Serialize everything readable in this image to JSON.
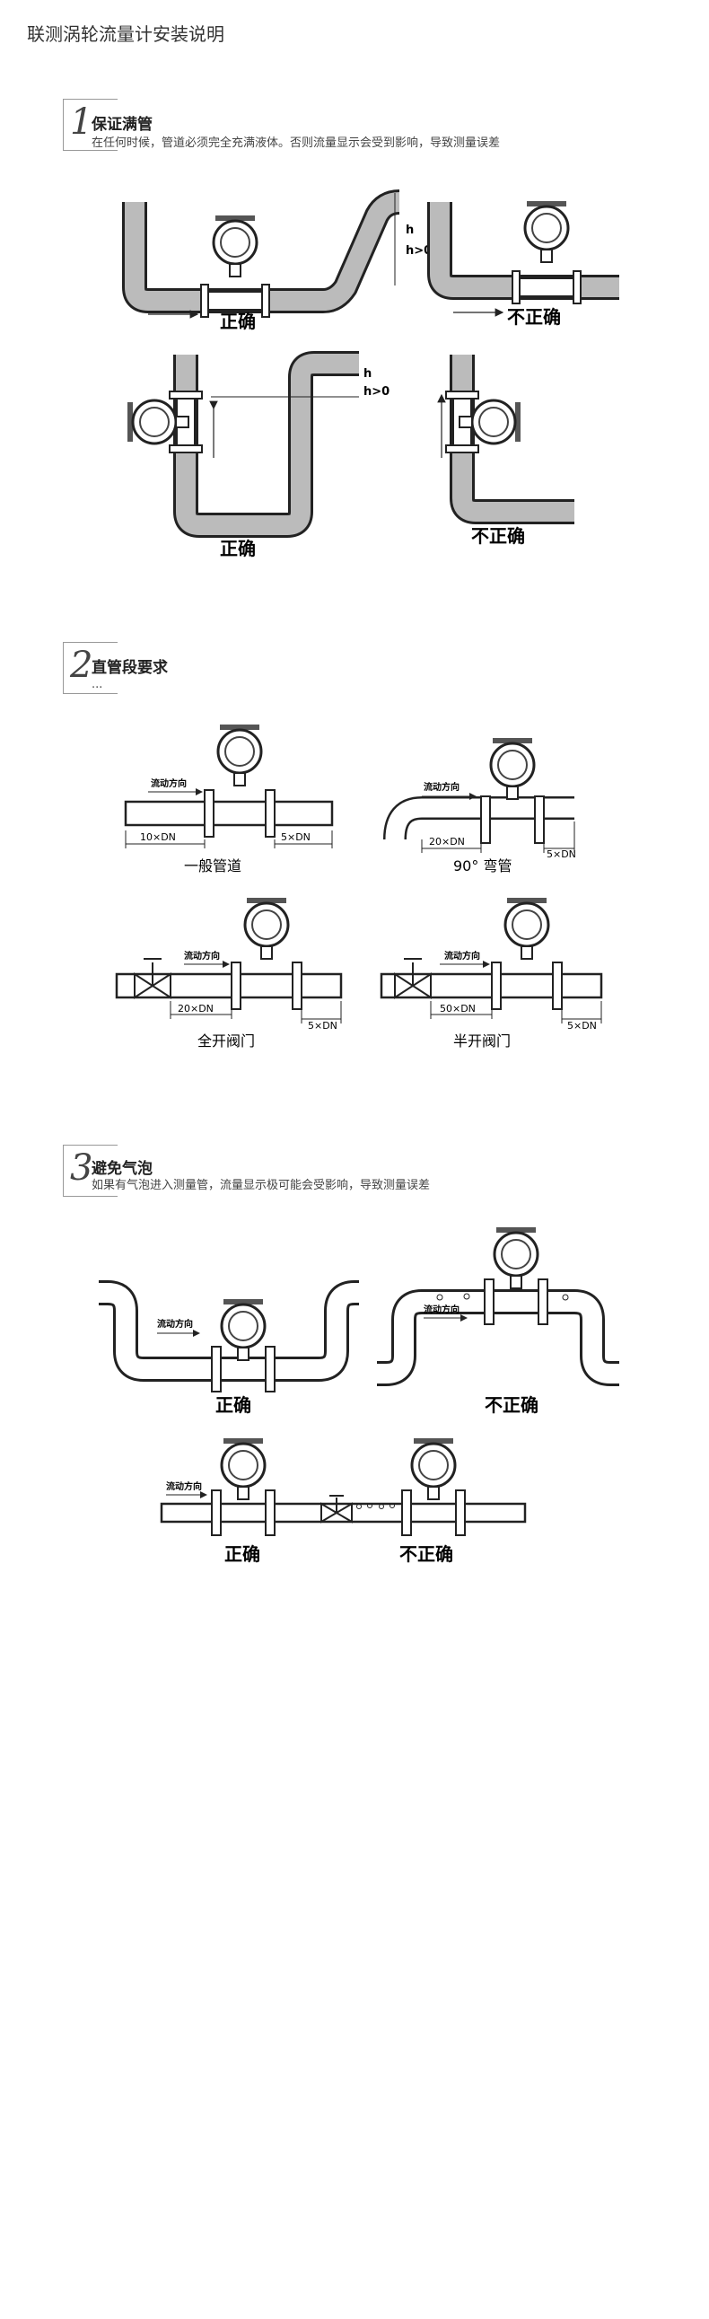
{
  "page": {
    "title": "联测涡轮流量计安装说明"
  },
  "sections": [
    {
      "number": "1",
      "title": "保证满管",
      "desc": "在任何时候，管道必须完全充满液体。否则流量显示会受到影响，导致测量误差",
      "labels": {
        "d1": "正确",
        "d2": "不正确",
        "d3": "正确",
        "d4": "不正确",
        "h": "h",
        "hgt": "h>0"
      }
    },
    {
      "number": "2",
      "title": "直管段要求",
      "desc": "...",
      "labels": {
        "flow": "流动方向",
        "d1_caption": "一般管道",
        "d1_up": "10×DN",
        "d1_down": "5×DN",
        "d2_caption": "90° 弯管",
        "d2_up": "20×DN",
        "d2_down": "5×DN",
        "d3_caption": "全开阀门",
        "d3_up": "20×DN",
        "d3_down": "5×DN",
        "d4_caption": "半开阀门",
        "d4_up": "50×DN",
        "d4_down": "5×DN"
      }
    },
    {
      "number": "3",
      "title": "避免气泡",
      "desc": "如果有气泡进入测量管，流量显示极可能会受影响，导致测量误差",
      "labels": {
        "flow": "流动方向",
        "d1": "正确",
        "d2": "不正确",
        "d3": "正确",
        "d4": "不正确"
      }
    }
  ]
}
